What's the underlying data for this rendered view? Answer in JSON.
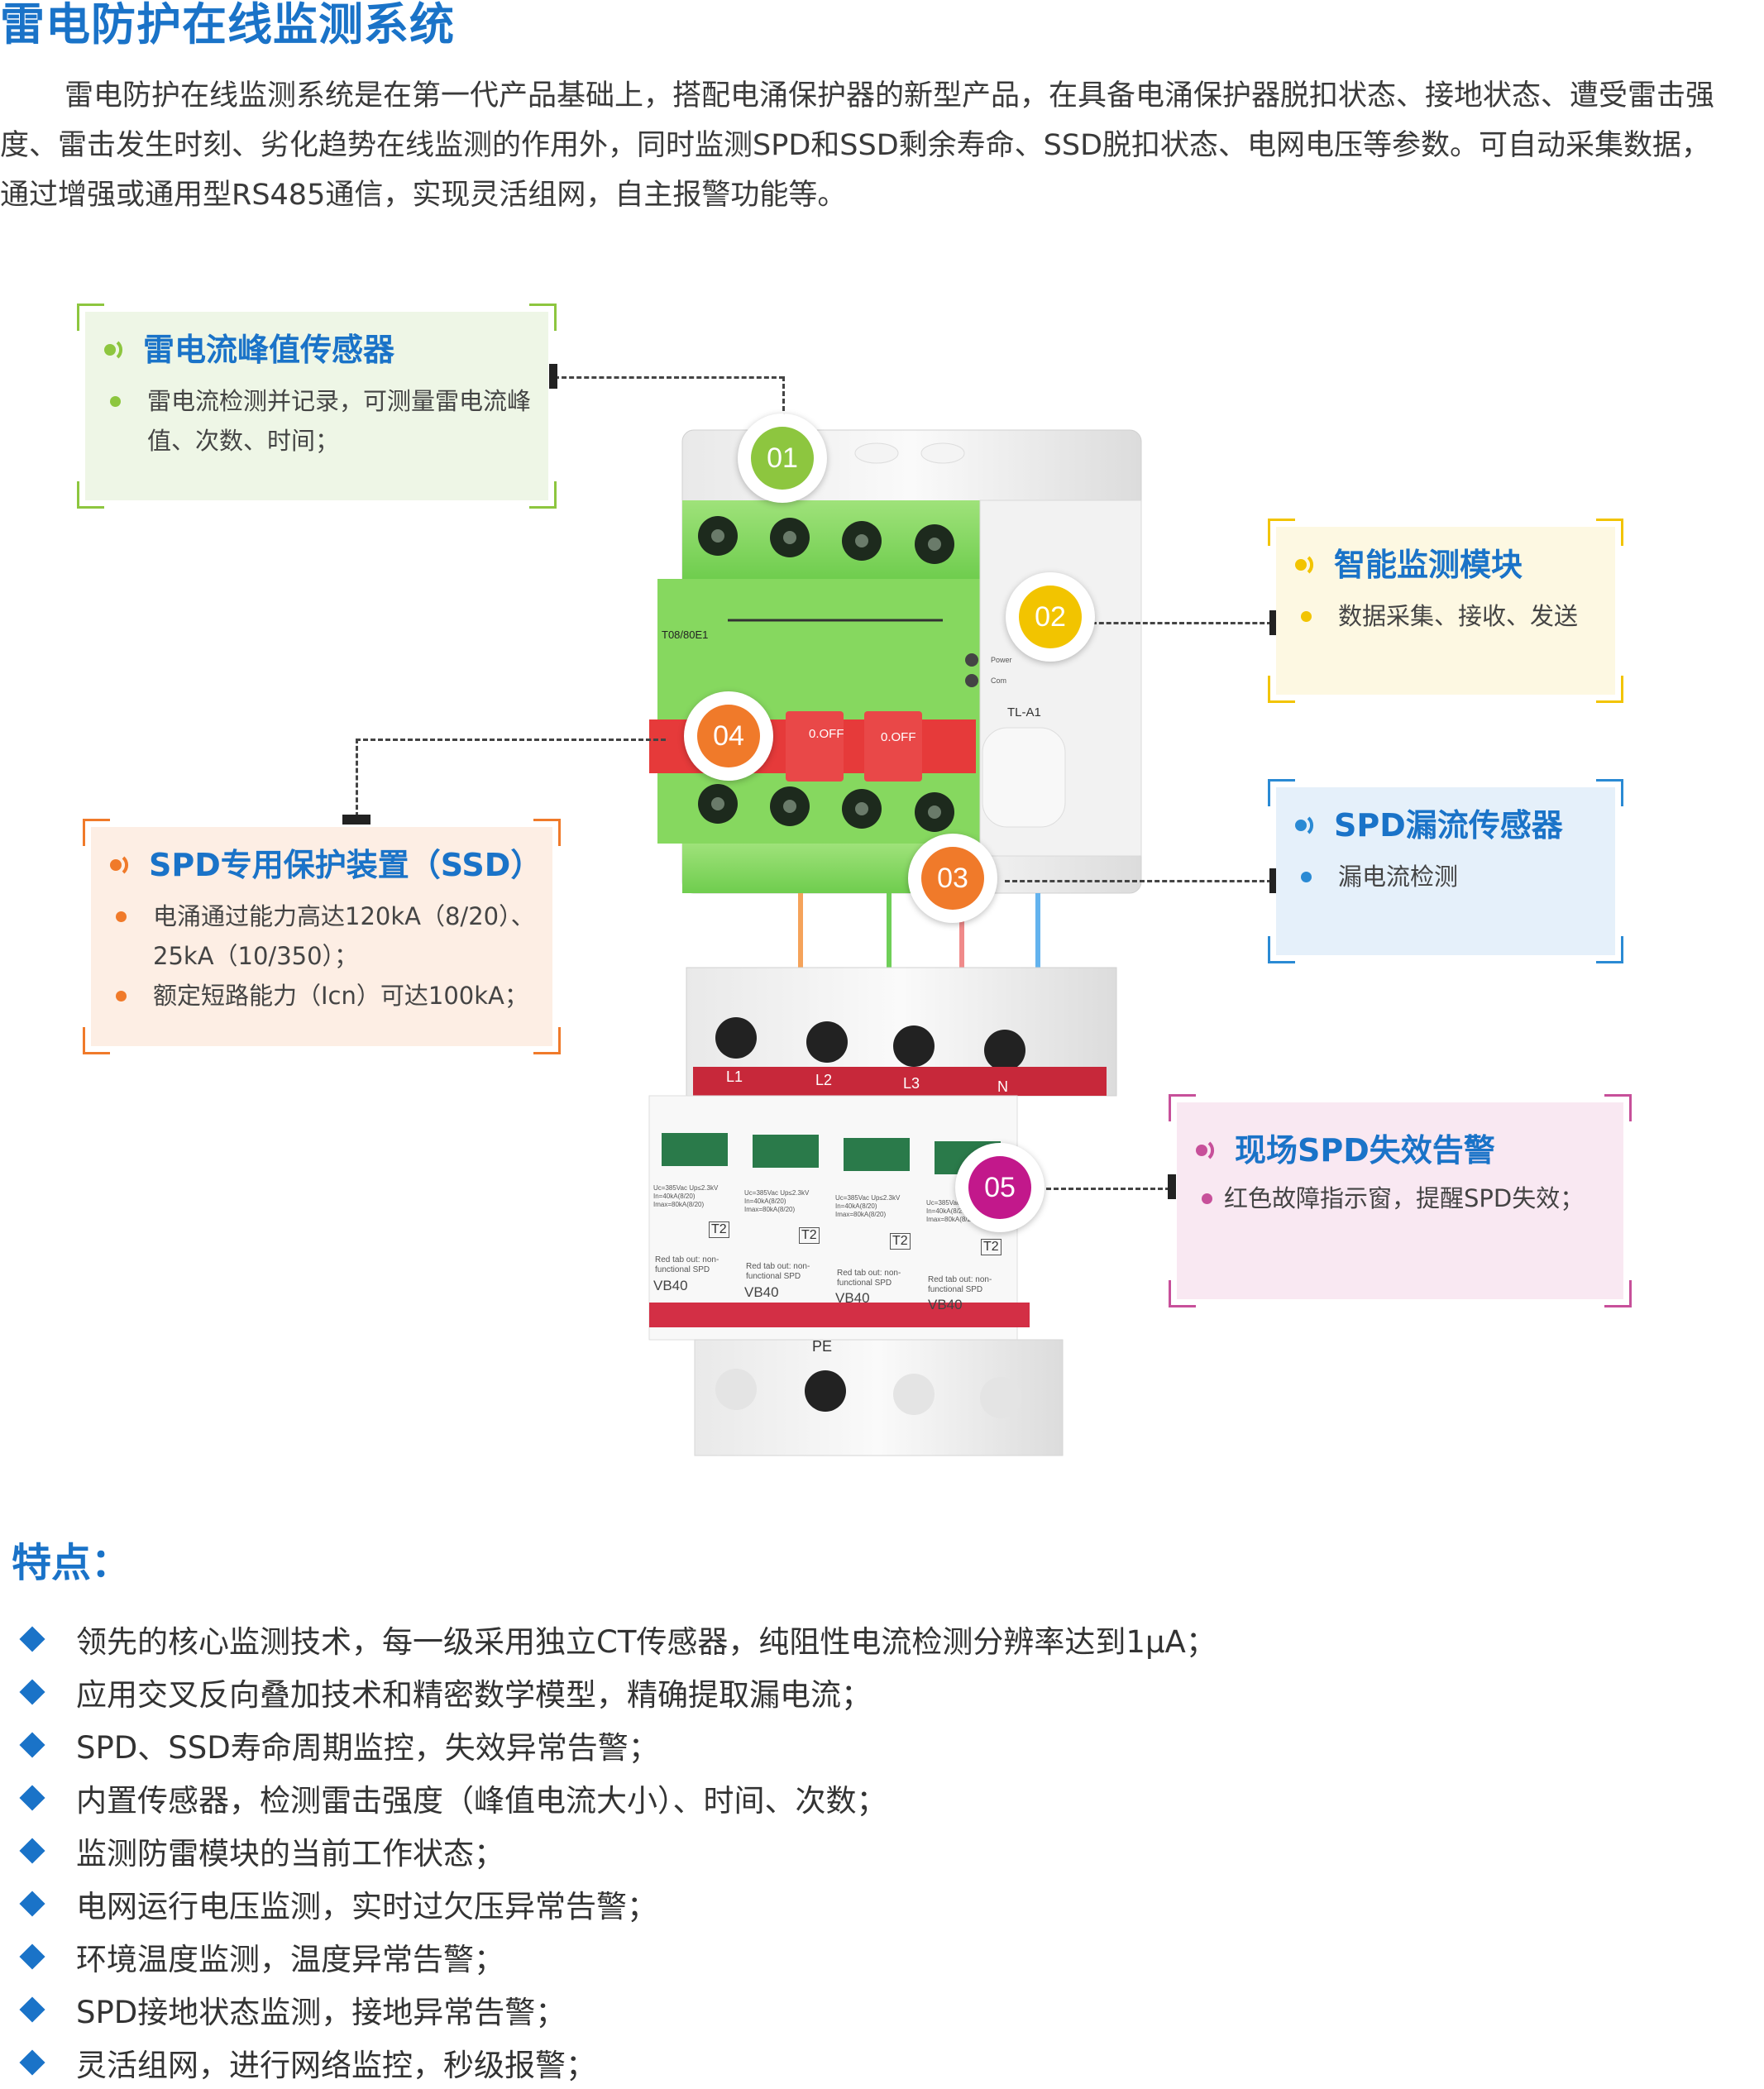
{
  "page": {
    "title": "雷电防护在线监测系统",
    "intro": "雷电防护在线监测系统是在第一代产品基础上，搭配电涌保护器的新型产品，在具备电涌保护器脱扣状态、接地状态、遭受雷击强度、雷击发生时刻、劣化趋势在线监测的作用外，同时监测SPD和SSD剩余寿命、SSD脱扣状态、电网电压等参数。可自动采集数据，通过增强或通用型RS485通信，实现灵活组网，自主报警功能等。"
  },
  "callouts": [
    {
      "id": "01",
      "title": "雷电流峰值传感器",
      "items": [
        "雷电流检测并记录，可测量雷电流峰值、次数、时间；"
      ],
      "color": "#8dc63f",
      "bg": "#eef6e6"
    },
    {
      "id": "02",
      "title": "智能监测模块",
      "items": [
        "数据采集、接收、发送"
      ],
      "color": "#f2c400",
      "bg": "#fdf8e2"
    },
    {
      "id": "03",
      "title": "SPD漏流传感器",
      "items": [
        "漏电流检测"
      ],
      "color": "#2a8ad4",
      "bg": "#e5f0fa"
    },
    {
      "id": "04",
      "title": "SPD专用保护装置（SSD）",
      "items": [
        "电涌通过能力高达120kA（8/20）、25kA（10/350）；",
        "额定短路能力（Icn）可达100kA；"
      ],
      "color": "#f07a2a",
      "bg": "#fdeee4"
    },
    {
      "id": "05",
      "title": "现场SPD失效告警",
      "items": [
        "红色故障指示窗，提醒SPD失效；"
      ],
      "color": "#c7509a",
      "bg": "#f9e8f2"
    }
  ],
  "device": {
    "breaker_model": "T08/80E1",
    "off_label": "0.OFF",
    "module_label": "TL-A1",
    "power_label": "Power",
    "com_label": "Com",
    "phases": [
      "L1",
      "L2",
      "L3",
      "N"
    ],
    "pe_label": "PE",
    "spd_model": "VB40",
    "spd_class": "T2",
    "spd_note": "Red tab out: non-functional SPD",
    "spd_spec": "Uc=385Vac Up≤2.3kV In=40kA(8/20) Imax=80kA(8/20)"
  },
  "features": {
    "title": "特点：",
    "items": [
      "领先的核心监测技术，每一级采用独立CT传感器，纯阻性电流检测分辨率达到1μA；",
      "应用交叉反向叠加技术和精密数学模型，精确提取漏电流；",
      "SPD、SSD寿命周期监控，失效异常告警；",
      "内置传感器，检测雷击强度（峰值电流大小）、时间、次数；",
      "监测防雷模块的当前工作状态；",
      "电网运行电压监测，实时过欠压异常告警；",
      "环境温度监测，温度异常告警；",
      "SPD接地状态监测，接地异常告警；",
      "灵活组网，进行网络监控，秒级报警；"
    ]
  }
}
